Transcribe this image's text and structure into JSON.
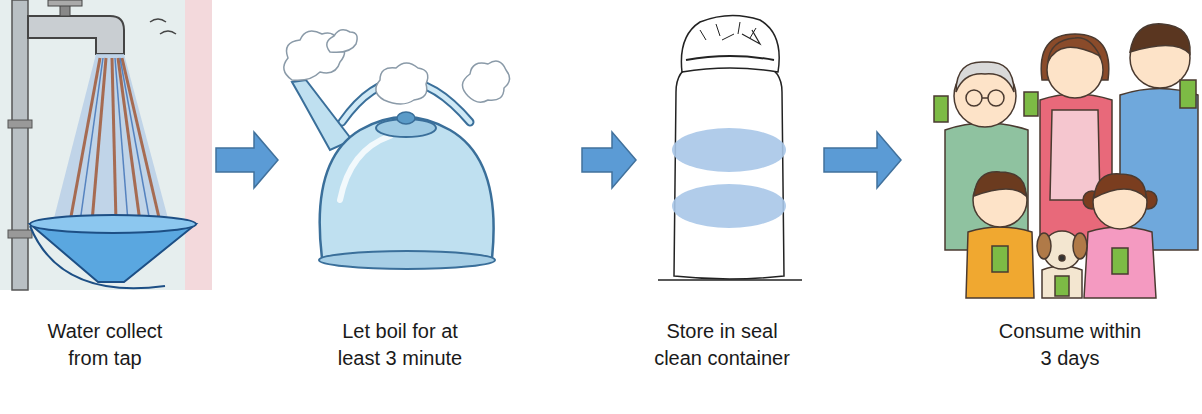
{
  "diagram": {
    "nodes": [
      {
        "text": [
          "Water collect from tap"
        ]
      },
      {
        "text": [
          "Let boil for at least 3 minute"
        ]
      },
      {
        "text": [
          "Store in seal clean container"
        ]
      },
      {
        "text": [
          "Consume within 3 days"
        ]
      }
    ],
    "edges": [
      {
        "from": 0,
        "to": 1,
        "arrow": "to"
      },
      {
        "from": 1,
        "to": 2,
        "arrow": "to"
      },
      {
        "from": 2,
        "to": 3,
        "arrow": "to"
      }
    ]
  }
}
